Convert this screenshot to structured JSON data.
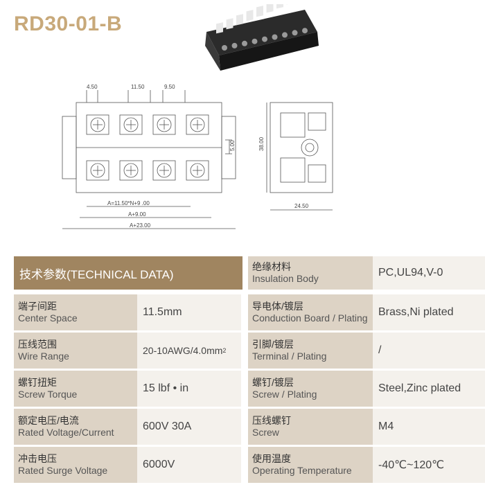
{
  "title": "RD30-01-B",
  "drawing": {
    "dims_top": [
      "4.50",
      "11.50",
      "9.50"
    ],
    "dim_side": "5.00",
    "dims_bottom": [
      "A=11.50*N+9 .00",
      "A+9.00",
      "A+23.00"
    ],
    "side_height": "38.00",
    "side_width": "24.50"
  },
  "table": {
    "header": "技术参数(TECHNICAL DATA)",
    "left_rows": [
      {
        "zh": "端子间距",
        "en": "Center Space",
        "value": "11.5mm"
      },
      {
        "zh": "压线范围",
        "en": "Wire Range",
        "value": "20-10AWG/4.0mm",
        "sup": "2"
      },
      {
        "zh": "螺钉扭矩",
        "en": "Screw Torque",
        "value": "15 lbf • in"
      },
      {
        "zh": "额定电压/电流",
        "en": "Rated Voltage/Current",
        "value": "600V 30A"
      },
      {
        "zh": "冲击电压",
        "en": "Rated Surge Voltage",
        "value": "6000V"
      }
    ],
    "right_rows": [
      {
        "zh": "绝缘材料",
        "en": "Insulation Body",
        "value": "PC,UL94,V-0"
      },
      {
        "zh": "导电体/镀层",
        "en": "Conduction Board / Plating",
        "value": "Brass,Ni plated"
      },
      {
        "zh": "引脚/镀层",
        "en": "Terminal / Plating",
        "value": "/"
      },
      {
        "zh": "螺钉/镀层",
        "en": "Screw / Plating",
        "value": "Steel,Zinc plated"
      },
      {
        "zh": "压线螺钉",
        "en": "Screw",
        "value": "M4"
      },
      {
        "zh": "使用温度",
        "en": "Operating Temperature",
        "value": "-40℃~120℃"
      }
    ]
  },
  "colors": {
    "title": "#c8a97a",
    "header_bg": "#a08560",
    "label_bg": "#ddd3c5",
    "value_bg": "#f4f1ec"
  }
}
